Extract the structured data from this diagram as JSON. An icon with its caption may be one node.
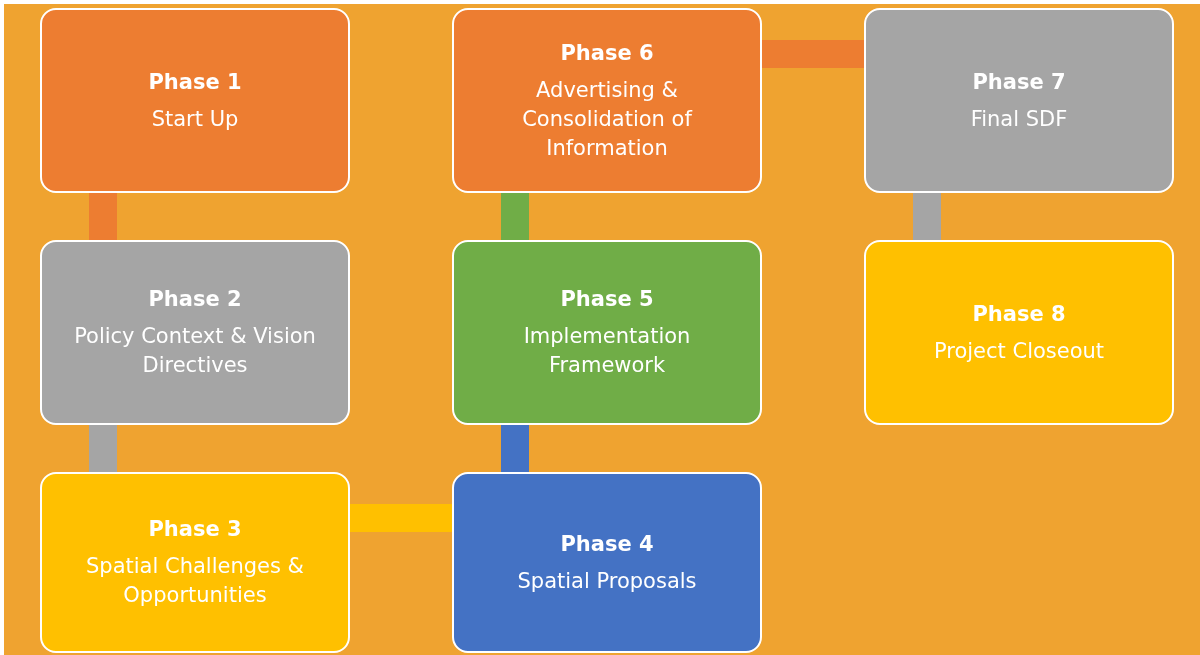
{
  "diagram": {
    "nodes": [
      {
        "text": [
          "Phase 1",
          "Start Up"
        ]
      },
      {
        "text": [
          "Phase 2",
          "Policy Context & Vision Directives"
        ]
      },
      {
        "text": [
          "Phase 3",
          "Spatial Challenges & Opportunities"
        ]
      },
      {
        "text": [
          "Phase 4",
          "Spatial Proposals"
        ]
      },
      {
        "text": [
          "Phase 5",
          "Implementation Framework"
        ]
      },
      {
        "text": [
          "Phase 6",
          "Advertising & Consolidation of Information"
        ]
      },
      {
        "text": [
          "Phase 7",
          "Final SDF"
        ]
      },
      {
        "text": [
          "Phase 8",
          "Project Closeout"
        ]
      }
    ],
    "edges": [
      {
        "from": 0,
        "to": 1,
        "arrow": "none",
        "color": "#ed7d31"
      },
      {
        "from": 1,
        "to": 2,
        "arrow": "none",
        "color": "#a5a5a5"
      },
      {
        "from": 2,
        "to": 3,
        "arrow": "none",
        "color": "#ffc000"
      },
      {
        "from": 3,
        "to": 4,
        "arrow": "none",
        "color": "#4472c4"
      },
      {
        "from": 4,
        "to": 5,
        "arrow": "none",
        "color": "#70ad47"
      },
      {
        "from": 5,
        "to": 6,
        "arrow": "none",
        "color": "#ed7d31"
      },
      {
        "from": 6,
        "to": 7,
        "arrow": "none",
        "color": "#a5a5a5"
      }
    ]
  }
}
